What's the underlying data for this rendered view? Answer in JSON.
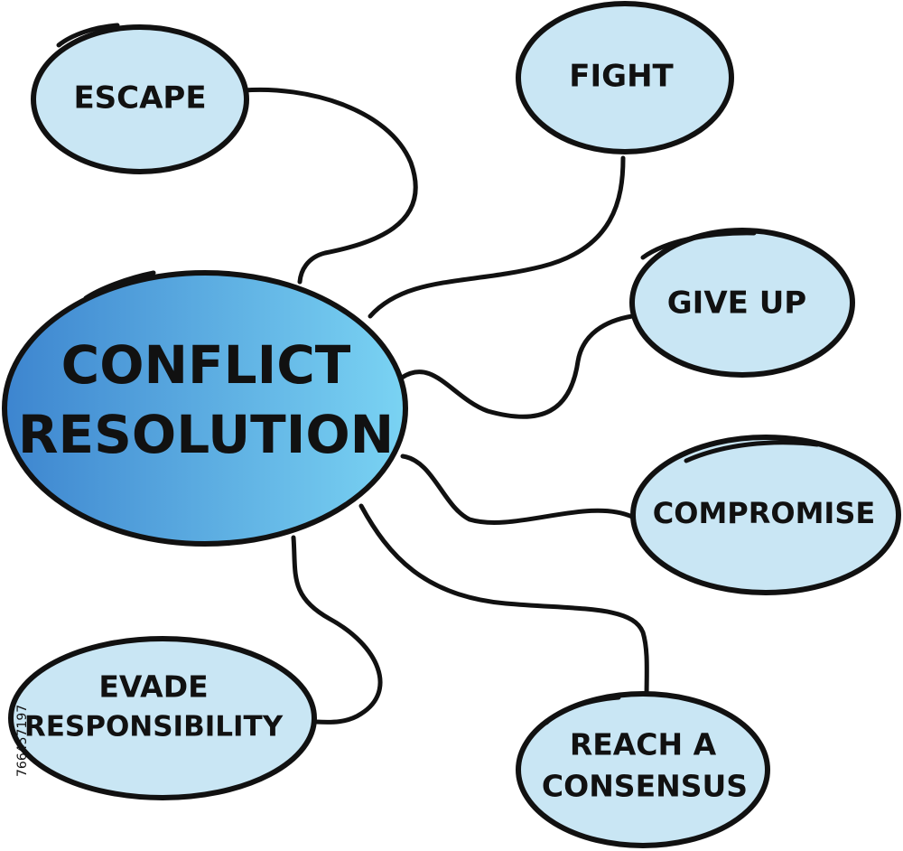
{
  "diagram": {
    "center": {
      "line1": "CONFLICT",
      "line2": "RESOLUTION"
    },
    "nodes": {
      "escape": "ESCAPE",
      "fight": "FIGHT",
      "give_up": "GIVE UP",
      "compromise": "COMPROMISE",
      "evade_line1": "EVADE",
      "evade_line2": "RESPONSIBILITY",
      "consensus_line1": "REACH A",
      "consensus_line2": "CONSENSUS"
    },
    "colors": {
      "node_fill": "#c9e6f4",
      "center_dark": "#3d85cf",
      "center_light": "#7ad3f3",
      "outline": "#111111"
    }
  },
  "watermark": {
    "stock_id": "766457197"
  }
}
